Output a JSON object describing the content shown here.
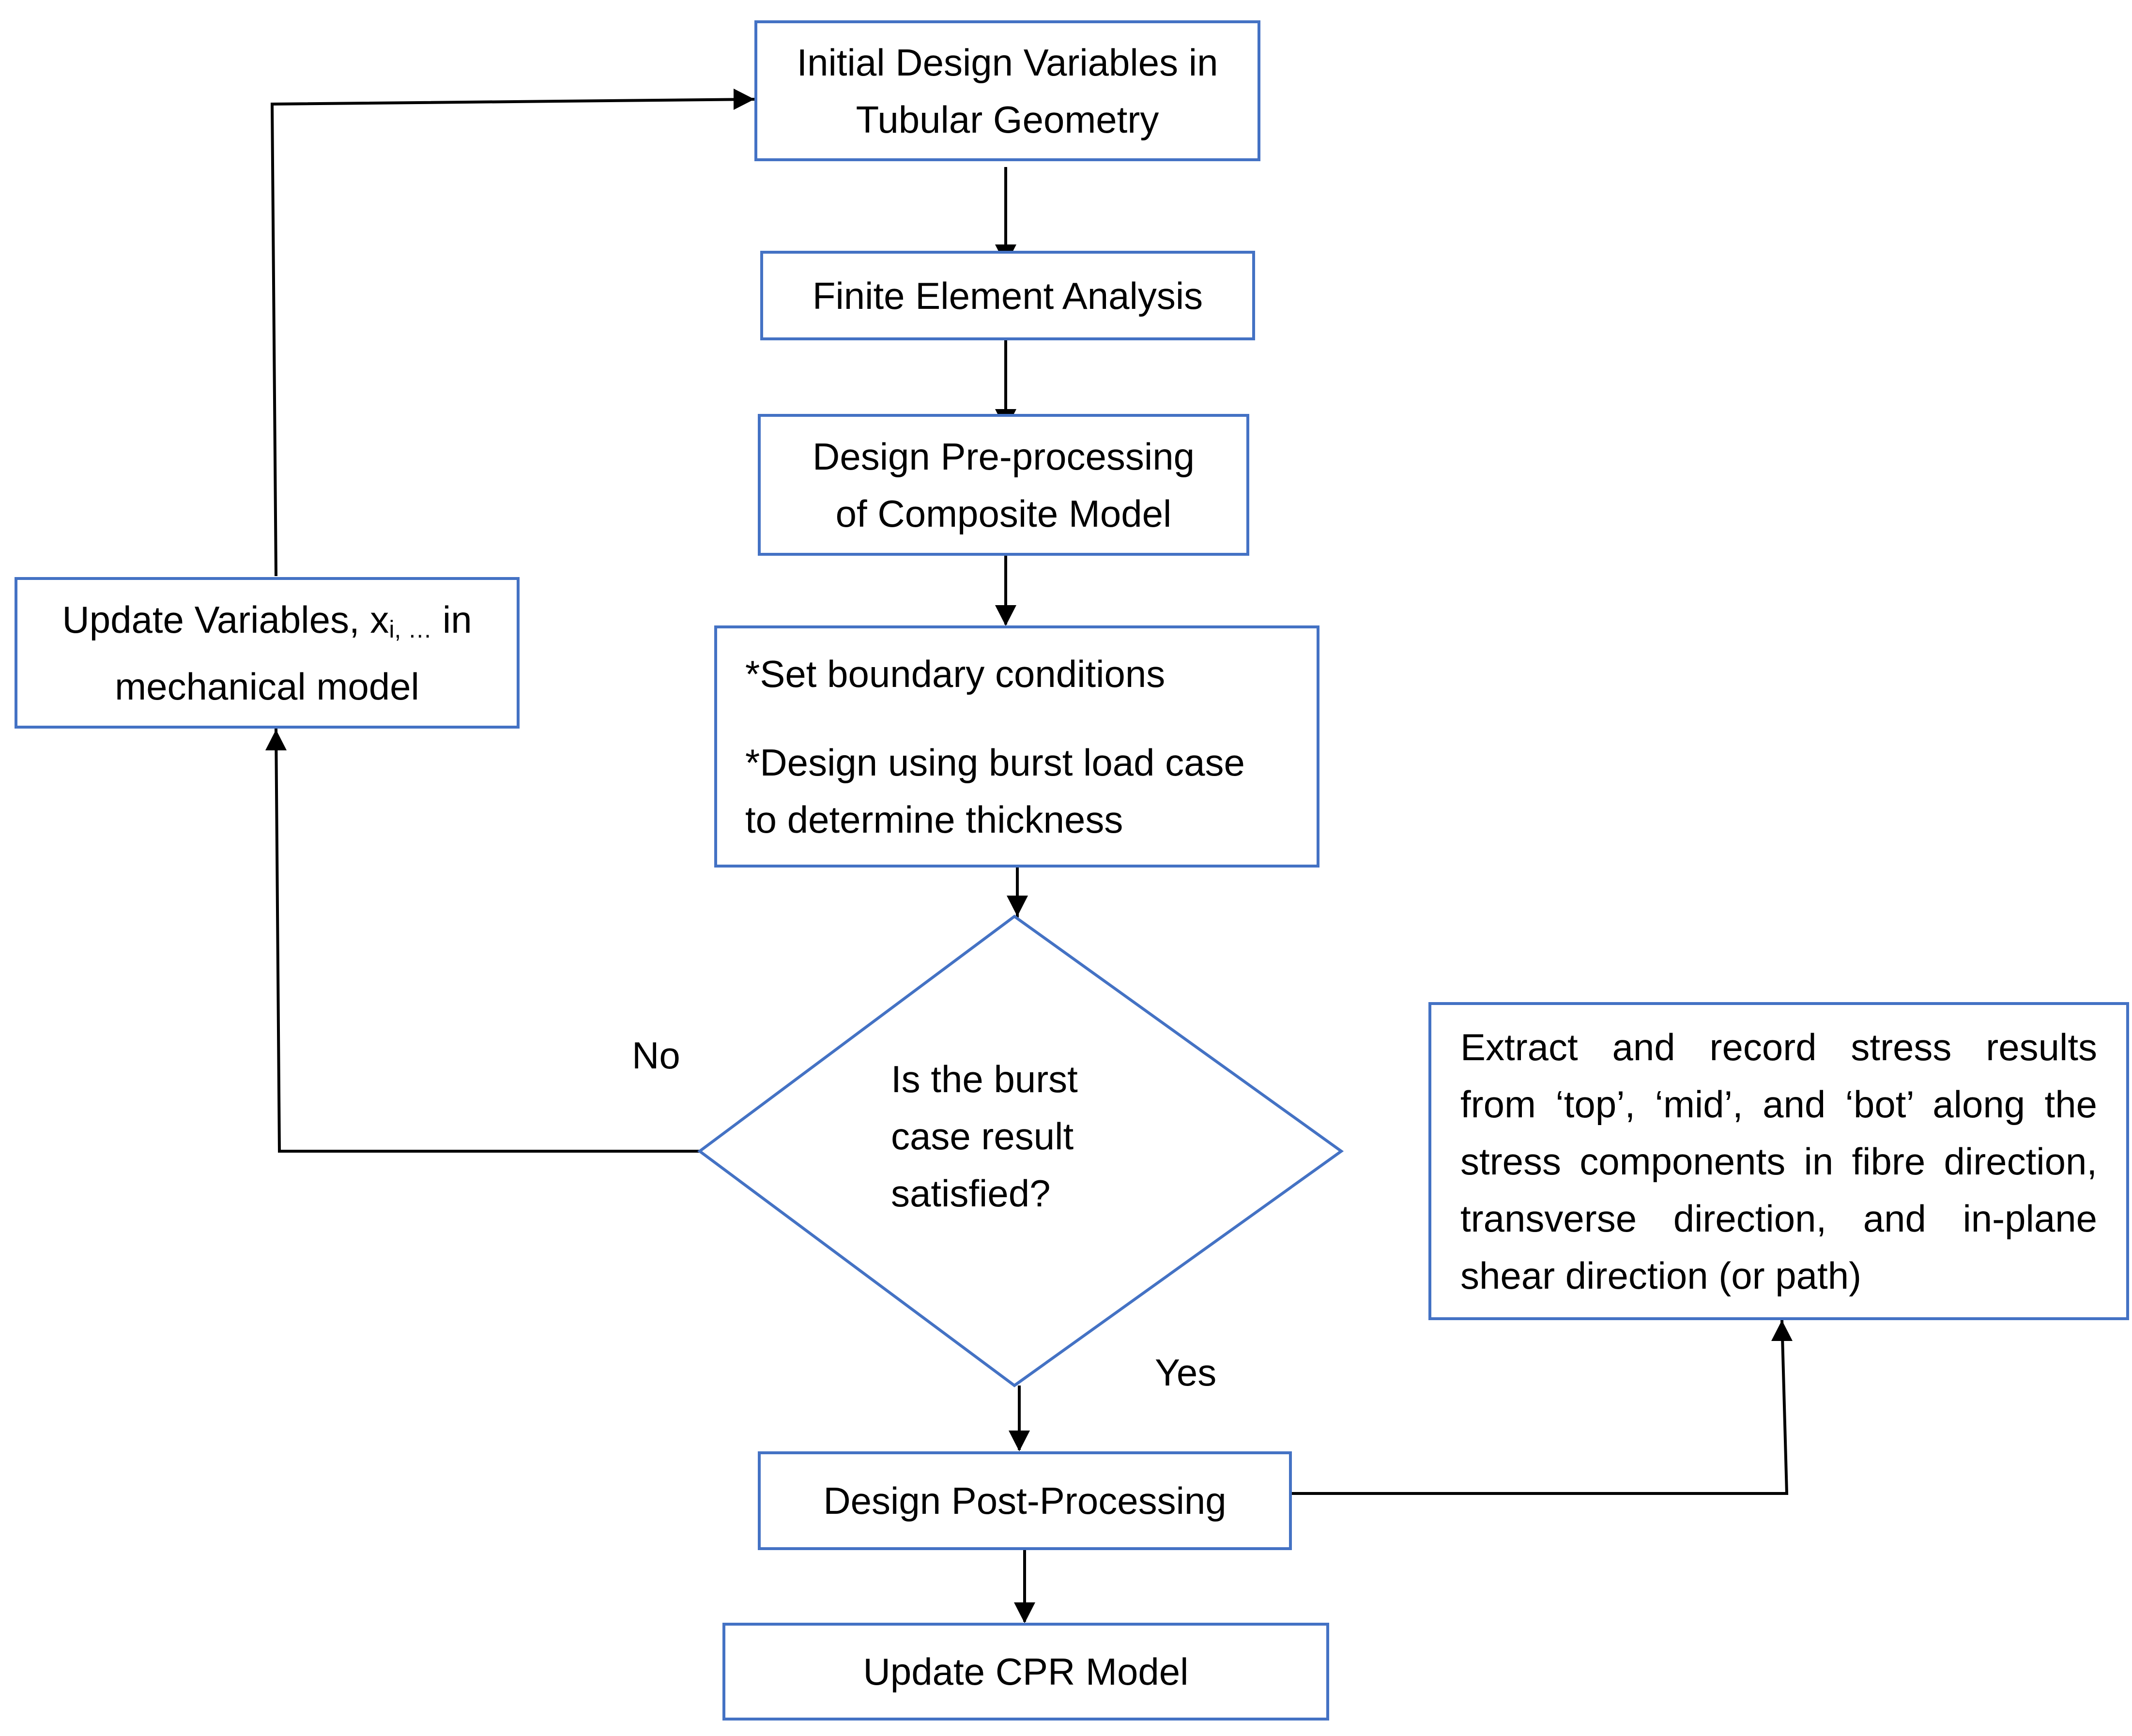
{
  "diagram": {
    "colors": {
      "box_border": "#4472C4",
      "connector": "#000000"
    },
    "nodes": {
      "initial": {
        "lines": [
          "Initial Design Variables in",
          "Tubular Geometry"
        ]
      },
      "fea": {
        "lines": [
          "Finite Element Analysis"
        ]
      },
      "preprocess": {
        "lines": [
          "Design Pre-processing",
          "of Composite Model"
        ]
      },
      "boundary": {
        "line1": "*Set boundary conditions",
        "line2": "*Design using burst load case",
        "line3": "to determine thickness"
      },
      "decision": {
        "lines": [
          "Is the burst",
          "case result",
          "satisfied?"
        ]
      },
      "update_vars": {
        "prefix": "Update Variables, x",
        "subscript": "i, …",
        "suffix": " in",
        "line2": "mechanical model"
      },
      "extract": {
        "lines": [
          "Extract and record stress results",
          "from ‘top’, ‘mid’, and ‘bot’ along the",
          "stress components in fibre direction,",
          "transverse direction, and in-plane",
          "shear direction (or path)"
        ]
      },
      "postprocess": {
        "lines": [
          "Design Post-Processing"
        ]
      },
      "update_cpr": {
        "lines": [
          "Update CPR Model"
        ]
      }
    },
    "edge_labels": {
      "no": "No",
      "yes": "Yes"
    }
  }
}
